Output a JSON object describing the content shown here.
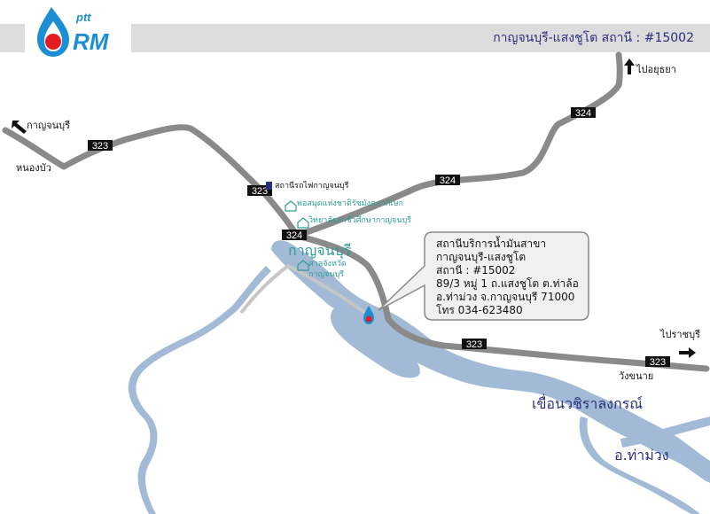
{
  "header": {
    "station_title": "กาญจนบุรี-แสงชูโต สถานี : #15002",
    "logo_small": "ptt",
    "logo_big": "RM"
  },
  "callout": {
    "line1": "สถานีบริการน้ำมันสาขา",
    "line2": "กาญจนบุรี-แสงชูโต",
    "line3": "สถานี : #15002",
    "line4": "89/3 หมู่ 1 ถ.แสงชูโต ต.ท่าล้อ",
    "line5": "อ.ท่าม่วง  จ.กาญจนบุรี   71000",
    "line6": "โทร 034-623480"
  },
  "labels": {
    "to_kanchanaburi": "กาญจนบุรี",
    "nong_bua": "หนองบัว",
    "to_ayutthaya": "ไปอยุธยา",
    "to_ratchaburi": "ไปราชบุรี",
    "wang_khanai": "วังขนาย",
    "kanchanaburi_city": "กาญจนบุรี",
    "dam": "เขื่อนวชิราลงกรณ์",
    "tha_muang": "อ.ท่าม่วง",
    "railway_station": "สถานีรถไฟกาญจนบุรี",
    "place_1": "พอสมุดแห่งชาติรัชมังคลาภิเษก",
    "place_2": "วิทยาลัยอาชีวศึกษากาญจนบุรี",
    "place_3": "ศาลจังหวัด",
    "place_3b": "กาญจนบุรี"
  },
  "roads": {
    "r1": "323",
    "r2": "323",
    "r3": "324",
    "r4": "324",
    "r5": "324",
    "r6": "323",
    "r7": "323"
  },
  "colors": {
    "road": "#8a8a8a",
    "water": "#a3bad6",
    "teal": "#2e9d93",
    "header_bar": "#dcdcdc",
    "brand_blue": "#1c8fd4",
    "brand_red": "#e31b23"
  }
}
